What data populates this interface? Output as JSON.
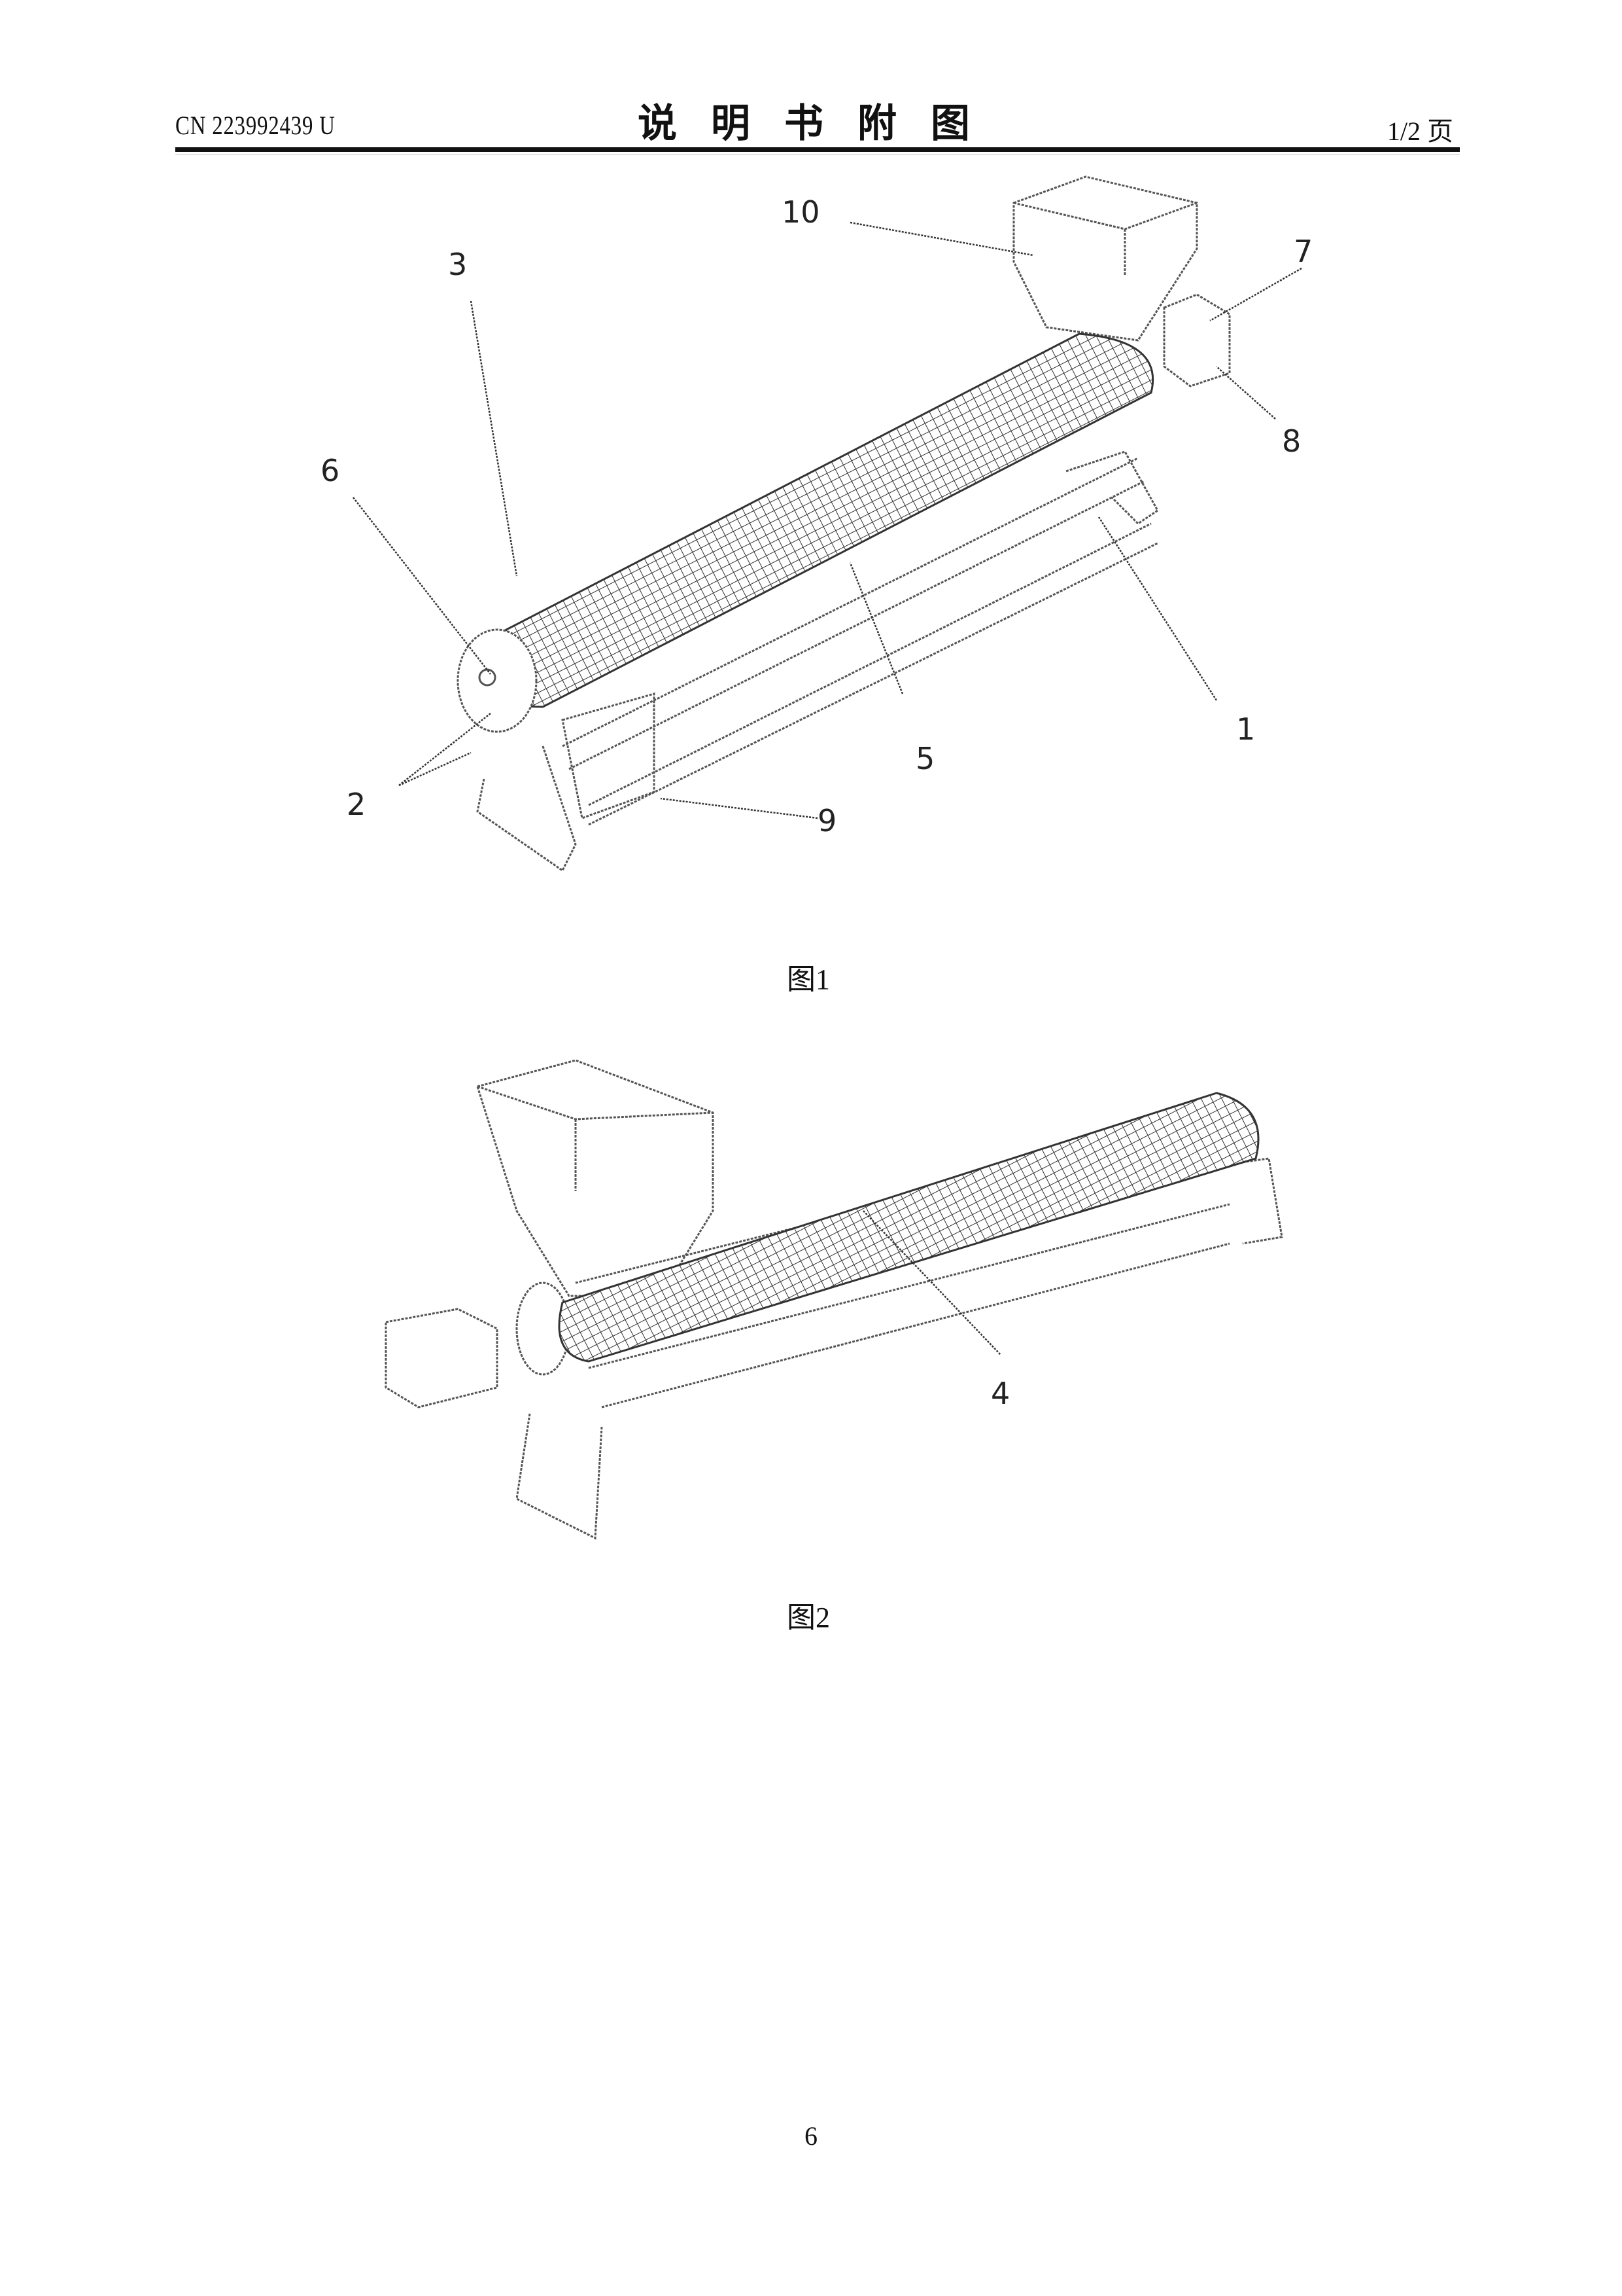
{
  "header": {
    "patent_number": "CN 223992439 U",
    "title": "说明书附图",
    "page_indicator": "1/2 页"
  },
  "figures": [
    {
      "caption": "图1",
      "labels": [
        "1",
        "2",
        "3",
        "5",
        "6",
        "7",
        "8",
        "9",
        "10"
      ]
    },
    {
      "caption": "图2",
      "labels": [
        "4"
      ]
    }
  ],
  "footer": {
    "page_number": "6"
  }
}
